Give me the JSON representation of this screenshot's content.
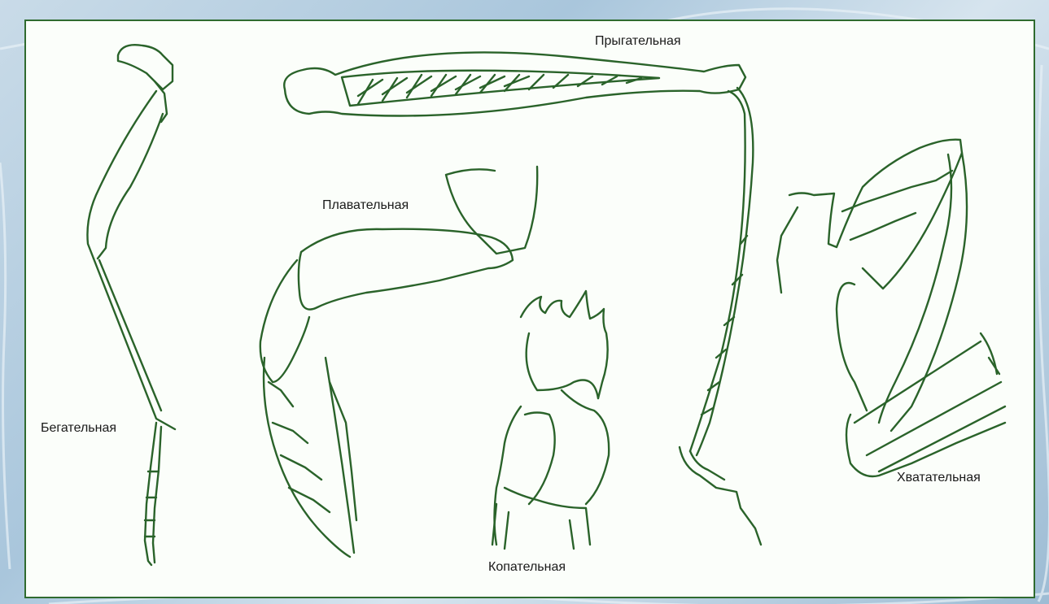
{
  "labels": {
    "running": "Бегательная",
    "jumping": "Прыгательная",
    "swimming": "Плавательная",
    "digging": "Копательная",
    "grasping": "Хватательная"
  },
  "colors": {
    "background": "#b4cde0",
    "panel": "#fbfefa",
    "border": "#2f6b2f",
    "ink": "#2a632a"
  }
}
